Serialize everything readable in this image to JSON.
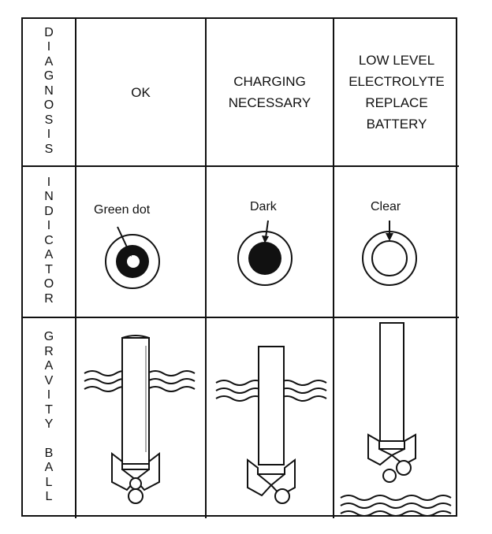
{
  "rows": {
    "diagnosis": "DIAGNOSIS",
    "indicator": "INDICATOR",
    "gravity_ball": [
      "GRAVITY",
      "BALL"
    ]
  },
  "columns": [
    {
      "diagnosis": "OK",
      "indicator_label": "Green dot"
    },
    {
      "diagnosis": "CHARGING\nNECESSARY",
      "indicator_label": "Dark"
    },
    {
      "diagnosis": "LOW LEVEL\nELECTROLYTE\nREPLACE\nBATTERY",
      "indicator_label": "Clear"
    }
  ]
}
